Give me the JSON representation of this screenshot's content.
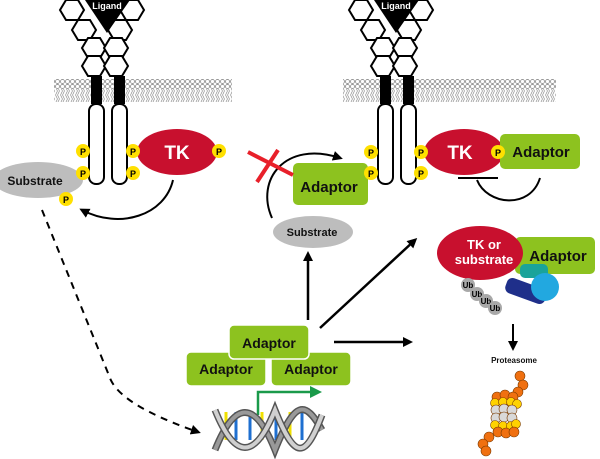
{
  "labels": {
    "ligand": "Ligand",
    "tk": "TK",
    "substrate": "Substrate",
    "adaptor": "Adaptor",
    "phospho": "P",
    "tk_or_substrate_line1": "TK or",
    "tk_or_substrate_line2": "substrate",
    "ubiquitin": "Ub",
    "proteasome": "Proteasome"
  },
  "colors": {
    "tk_red": "#c8102e",
    "adaptor_green": "#8dc21f",
    "substrate_gray": "#bdbdbd",
    "phospho_yellow": "#ffe000",
    "inhibit_red": "#e8202a",
    "transcription_green": "#1a9a4a",
    "proteasome_orange": "#f07010",
    "proteasome_yellow": "#ffd200",
    "proteasome_gray": "#d9d9d9",
    "e3_teal": "#1aa39a",
    "e3_navy": "#1f2f8a",
    "e3_blue": "#22a8e0"
  }
}
